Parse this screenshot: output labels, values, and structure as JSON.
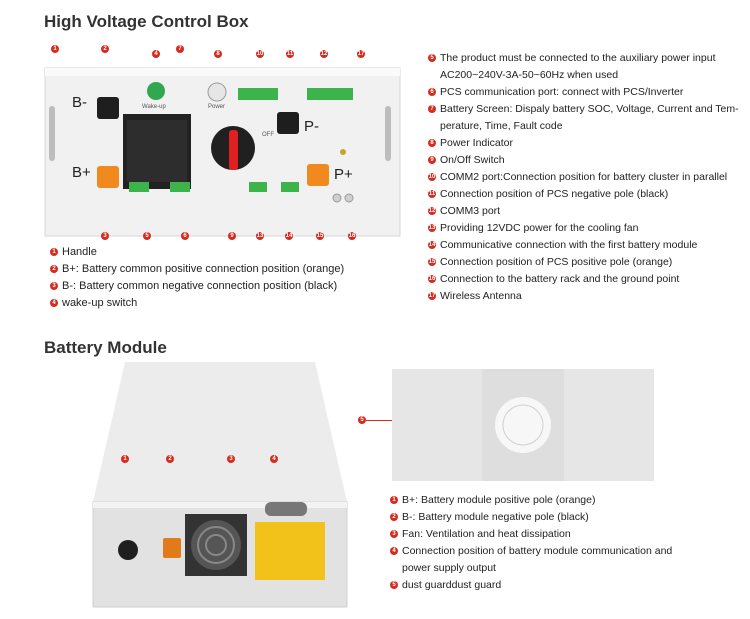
{
  "titles": {
    "hv_box": "High Voltage Control Box",
    "battery_module": "Battery Module"
  },
  "hv_panel": {
    "b_minus": "B-",
    "b_plus": "B+",
    "p_minus": "P-",
    "p_plus": "P+",
    "wakeup": "Wake-up",
    "power": "Power",
    "off": "OFF"
  },
  "hv_pins": [
    "1",
    "2",
    "3",
    "4",
    "5",
    "6",
    "7",
    "8",
    "9",
    "10",
    "11",
    "12",
    "13",
    "14",
    "15",
    "16",
    "17"
  ],
  "hv_legend_left": [
    {
      "num": "1",
      "text": "Handle"
    },
    {
      "num": "2",
      "text": "B+:  Battery common positive connection position (orange)"
    },
    {
      "num": "3",
      "text": "B-:  Battery common negative connection position (black)"
    },
    {
      "num": "4",
      "text": "wake-up switch"
    }
  ],
  "hv_legend_right": [
    {
      "num": "5",
      "text": "The product must be connected to the auxiliary power input",
      "cont": "AC200~240V-3A-50~60Hz when used"
    },
    {
      "num": "6",
      "text": "PCS communication port:  connect with PCS/Inverter"
    },
    {
      "num": "7",
      "text": "Battery Screen: Dispaly battery SOC, Voltage, Current and Tem-",
      "cont": "perature, Time, Fault code"
    },
    {
      "num": "8",
      "text": "Power Indicator"
    },
    {
      "num": "9",
      "text": "On/Off Switch"
    },
    {
      "num": "10",
      "text": "COMM2 port:Connection position for battery cluster in parallel"
    },
    {
      "num": "11",
      "text": "Connection position of PCS negative pole (black)"
    },
    {
      "num": "12",
      "text": "COMM3 port"
    },
    {
      "num": "13",
      "text": "Providing 12VDC power for the cooling fan"
    },
    {
      "num": "14",
      "text": "Communicative connection with the first battery module"
    },
    {
      "num": "15",
      "text": "Connection position of PCS positive pole (orange)"
    },
    {
      "num": "16",
      "text": "Connection to the battery rack and the ground point"
    },
    {
      "num": "17",
      "text": "Wireless Antenna"
    }
  ],
  "bm_pins": [
    "1",
    "2",
    "3",
    "4",
    "5"
  ],
  "bm_legend": [
    {
      "num": "1",
      "text": "B+: Battery module positive pole (orange)"
    },
    {
      "num": "2",
      "text": "B-: Battery module negative pole (black)"
    },
    {
      "num": "3",
      "text": "Fan: Ventilation and heat dissipation"
    },
    {
      "num": "4",
      "text": "Connection position of battery module communication and",
      "cont": "power supply output"
    },
    {
      "num": "5",
      "text": "dust guarddust guard"
    }
  ],
  "colors": {
    "accent_red": "#d62b1f",
    "orange": "#f08a1f",
    "green": "#3cb44b",
    "red_switch": "#e02020",
    "yellow": "#f2c21b"
  }
}
